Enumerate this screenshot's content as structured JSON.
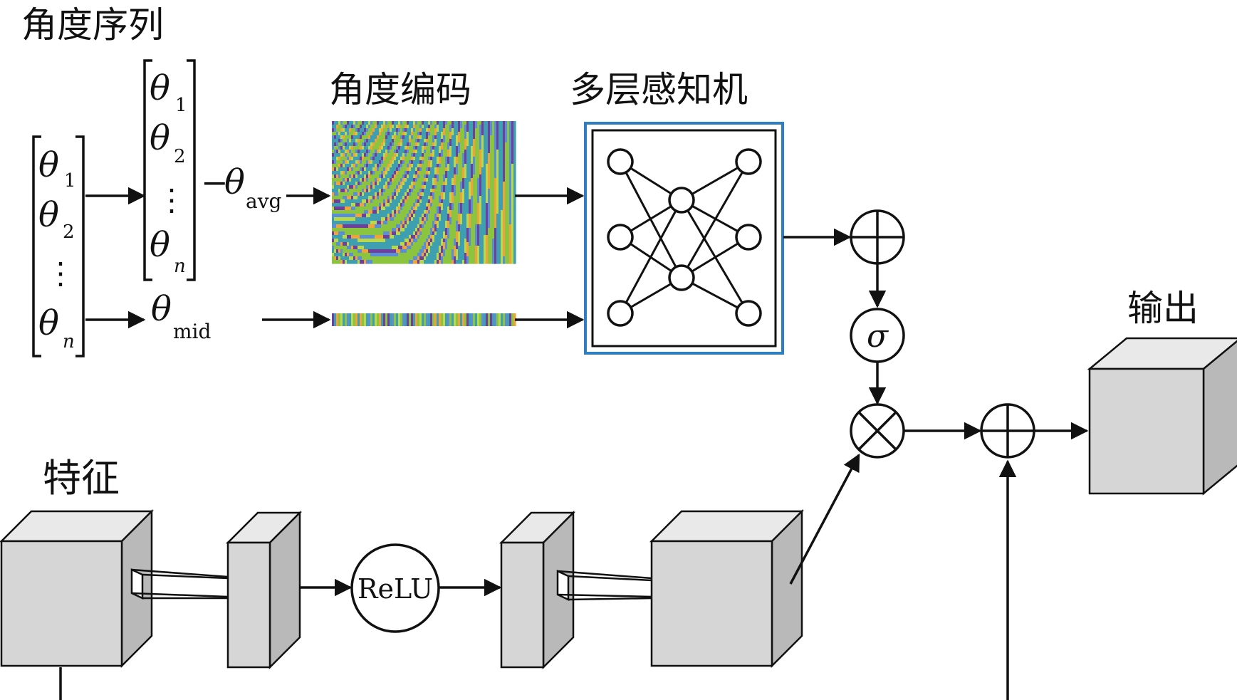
{
  "labels": {
    "angle_sequence": "角度序列",
    "angle_encoding": "角度编码",
    "mlp": "多层感知机",
    "output": "输出",
    "feature": "特征",
    "relu": "ReLU",
    "sigma": "σ"
  },
  "math": {
    "theta": "θ",
    "sub_1": "1",
    "sub_2": "2",
    "sub_n": "n",
    "vdots": "⋮",
    "minus": "−",
    "sub_avg": "avg",
    "sub_mid": "mid"
  },
  "colors": {
    "mlp_border": "#2f7fc0",
    "cube_front": "#d6d6d6",
    "cube_side": "#b9b9b9",
    "line": "#111111",
    "encoding_palette": [
      "#8bc53f",
      "#5a8fd6",
      "#f0a23c",
      "#6f3f9e",
      "#b9d84a",
      "#3e9fb0"
    ]
  },
  "icons": {
    "sum": "circle-plus-icon",
    "product": "circle-times-icon",
    "neural_net": "neural-network-icon"
  }
}
